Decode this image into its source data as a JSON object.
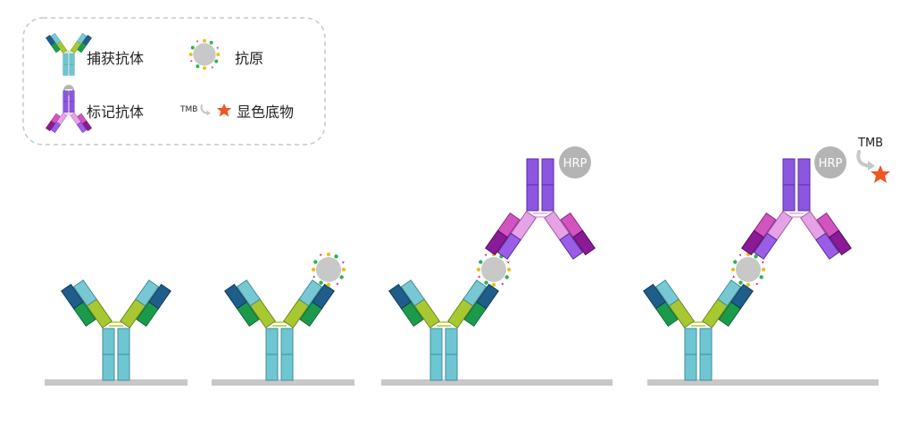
{
  "legend": {
    "capture_antibody_label": "捕获抗体",
    "antigen_label": "抗原",
    "labeled_antibody_label": "标记抗体",
    "substrate_label": "显色底物",
    "tmb_small_label": "TMB"
  },
  "steps": {
    "step3_hrp_label": "HRP",
    "step4_hrp_label": "HRP",
    "step4_tmb_label": "TMB"
  },
  "colors": {
    "capture_stem": "#6ec6d2",
    "capture_hinge": "#a8c832",
    "capture_heavy_dark": "#1f5e8a",
    "capture_heavy_green": "#1c9a4c",
    "capture_light": "#78c8d4",
    "labeled_stem": "#8d56e0",
    "labeled_magenta": "#d254c0",
    "labeled_purple_dark": "#8a1a96",
    "labeled_pink_light": "#e6a2e6",
    "labeled_violet": "#9a5ee6",
    "antigen_fill": "#c8c8c8",
    "hrp_fill": "#b4b4b4",
    "star": "#f05522",
    "plate": "#c8c8c8",
    "legend_border": "#c8c8c8"
  }
}
